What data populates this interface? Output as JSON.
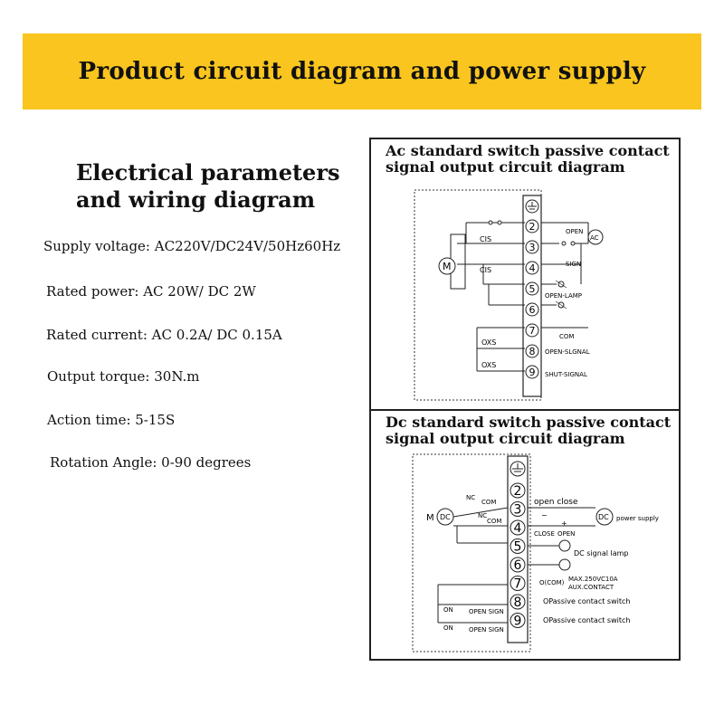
{
  "banner": {
    "title": "Product circuit diagram and power supply",
    "color": "#f9c51e"
  },
  "params": {
    "heading_line1": "Electrical parameters",
    "heading_line2": "and wiring diagram",
    "items": [
      "Supply voltage: AC220V/DC24V/50Hz60Hz",
      "Rated power: AC 20W/ DC 2W",
      "Rated current: AC 0.2A/ DC 0.15A",
      "Output torque: 30N.m",
      "Action time: 5-15S",
      "Rotation Angle: 0-90 degrees"
    ]
  },
  "ac_diagram": {
    "title_line1": "Ac standard switch passive contact",
    "title_line2": "signal output circuit diagram",
    "terminals": [
      "2",
      "3",
      "4",
      "5",
      "6",
      "7",
      "8",
      "9"
    ],
    "labels": {
      "open": "OPEN",
      "sign": "SIGN",
      "open_lamp": "OPEN-LAMP",
      "com": "COM",
      "open_signal": "OPEN-SLGNAL",
      "shut_signal": "SHUT-SIGNAL",
      "cis1": "CIS",
      "cis2": "CIS",
      "oxs1": "OXS",
      "oxs2": "OXS",
      "motor": "M",
      "ac": "AC"
    }
  },
  "dc_diagram": {
    "title_line1": "Dc standard switch passive contact",
    "title_line2": "signal output circuit diagram",
    "terminals": [
      "2",
      "3",
      "4",
      "5",
      "6",
      "7",
      "8",
      "9"
    ],
    "labels": {
      "open_close": "open close",
      "power_supply": "power supply",
      "dc": "DC",
      "motor": "M",
      "close": "CLOSE",
      "open": "OPEN",
      "signal_lamp": "DC signal lamp",
      "com": "O(COM)",
      "max": "MAX.250VC10A",
      "aux": "AUX.CONTACT",
      "passive1": "OPassive contact switch",
      "passive2": "OPassive contact switch",
      "nc1": "NC",
      "com1": "COM",
      "nc2": "NC",
      "com2": "COM",
      "on1": "ON",
      "on2": "ON",
      "open_sign1": "OPEN SIGN",
      "open_sign2": "OPEN SIGN",
      "minus": "−",
      "plus": "+"
    }
  }
}
